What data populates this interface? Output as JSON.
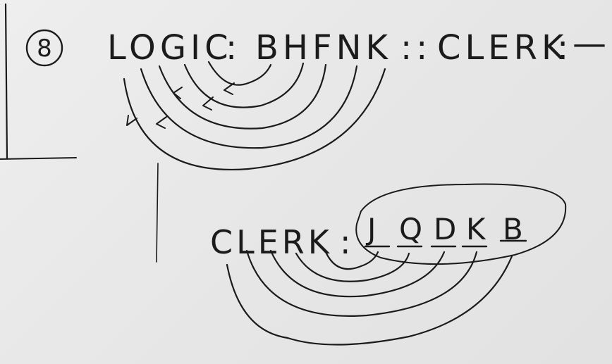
{
  "question": {
    "number": "8",
    "logic_line": {
      "given_word": "LOGIC",
      "given_code": "BHFNK",
      "query_word": "CLERK",
      "query_answer": "—"
    },
    "working_line": {
      "word": "CLERK",
      "code_letters": [
        "J",
        "Q",
        "D",
        "K",
        "B"
      ]
    }
  },
  "ink_color": "#1b1b1b",
  "paper_color": "#e9e9e9"
}
